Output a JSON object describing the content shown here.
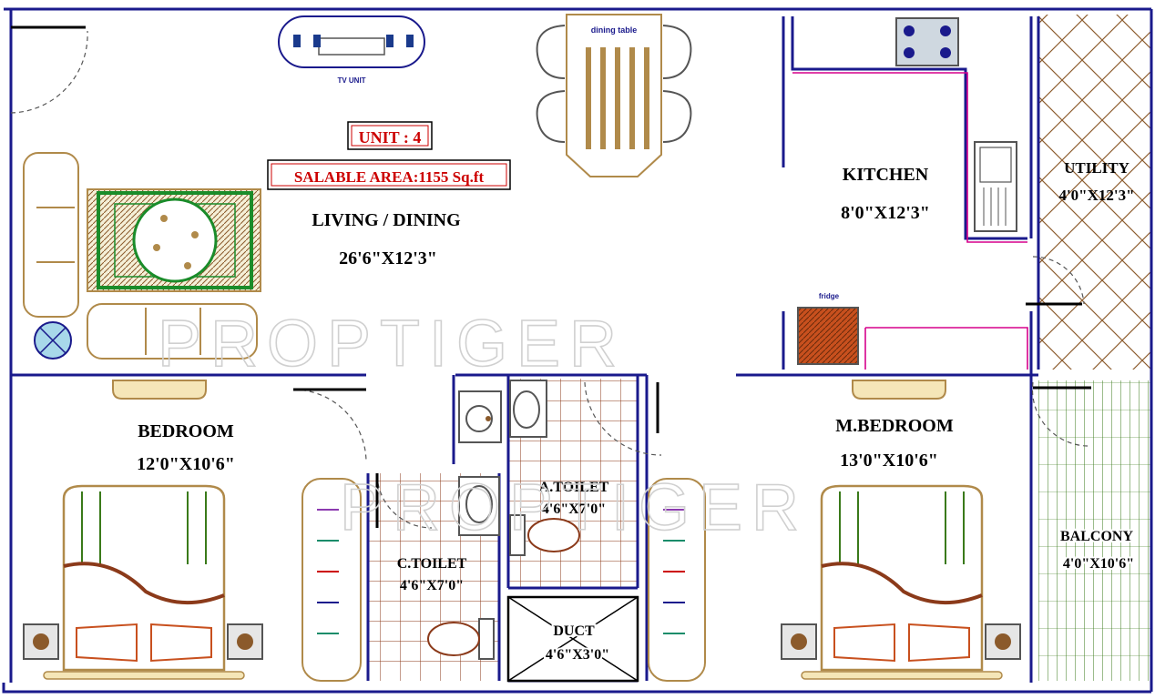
{
  "unit_label": "UNIT : 4",
  "salable_area": "SALABLE AREA:1155 Sq.ft",
  "watermark": "PROPTIGER",
  "furniture_labels": {
    "tv_unit": "TV UNIT",
    "dining_table": "dining table",
    "fridge": "fridge"
  },
  "rooms": [
    {
      "id": "living",
      "name": "LIVING / DINING",
      "size": "26'6\"X12'3\""
    },
    {
      "id": "kitchen",
      "name": "KITCHEN",
      "size": "8'0\"X12'3\""
    },
    {
      "id": "utility",
      "name": "UTILITY",
      "size": "4'0\"X12'3\""
    },
    {
      "id": "bedroom",
      "name": "BEDROOM",
      "size": "12'0\"X10'6\""
    },
    {
      "id": "mbedroom",
      "name": "M.BEDROOM",
      "size": "13'0\"X10'6\""
    },
    {
      "id": "atoilet",
      "name": "A.TOILET",
      "size": "4'6\"X7'0\""
    },
    {
      "id": "ctoilet",
      "name": "C.TOILET",
      "size": "4'6\"X7'0\""
    },
    {
      "id": "duct",
      "name": "DUCT",
      "size": "4'6\"X3'0\""
    },
    {
      "id": "balcony",
      "name": "BALCONY",
      "size": "4'0\"X10'6\""
    }
  ],
  "colors": {
    "wall": "#1a1a8c",
    "counter": "#d6008c",
    "floor_tile": "#8b3a1a",
    "carpet": "#1a8c2a",
    "utility_hatch": "#8b5a2b",
    "balcony_hatch": "#3a7a1a",
    "label_red": "#cc0000"
  }
}
